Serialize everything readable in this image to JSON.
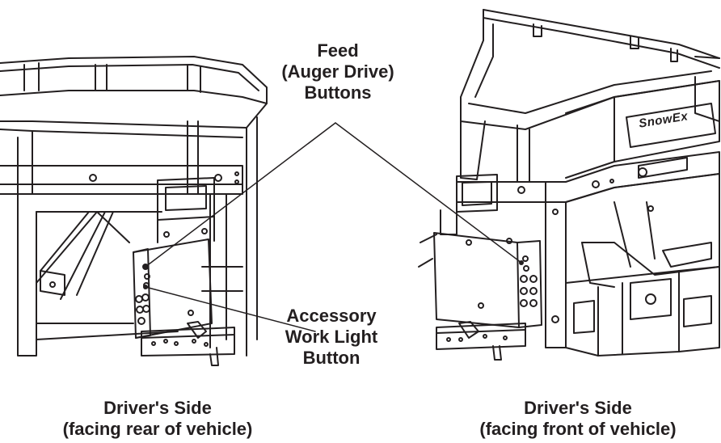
{
  "callouts": {
    "feed": {
      "line1": "Feed",
      "line2": "(Auger Drive)",
      "line3": "Buttons"
    },
    "accessory": {
      "line1": "Accessory",
      "line2": "Work Light",
      "line3": "Button"
    }
  },
  "captions": {
    "left": {
      "line1": "Driver's Side",
      "line2": "(facing rear of vehicle)"
    },
    "right": {
      "line1": "Driver's Side",
      "line2": "(facing front of vehicle)"
    }
  },
  "brand_logo": "SnowEx",
  "colors": {
    "ink": "#231f20",
    "paper": "#ffffff"
  }
}
